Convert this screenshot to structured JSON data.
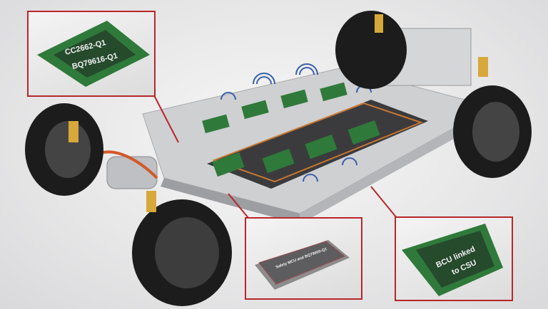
{
  "callouts": [
    {
      "chip_lines": [
        "CC2662-Q1",
        "BQ79616-Q1"
      ]
    },
    {
      "chip_label": "Safety MCU and BQ79600-Q1"
    },
    {
      "chip_lines": [
        "BCU linked",
        "to CSU"
      ]
    }
  ],
  "colors": {
    "callout_border": "#b8262b",
    "pcb_green": "#2f7a3a",
    "chassis": "#d8d8d8",
    "tire": "#1c1c1c"
  }
}
